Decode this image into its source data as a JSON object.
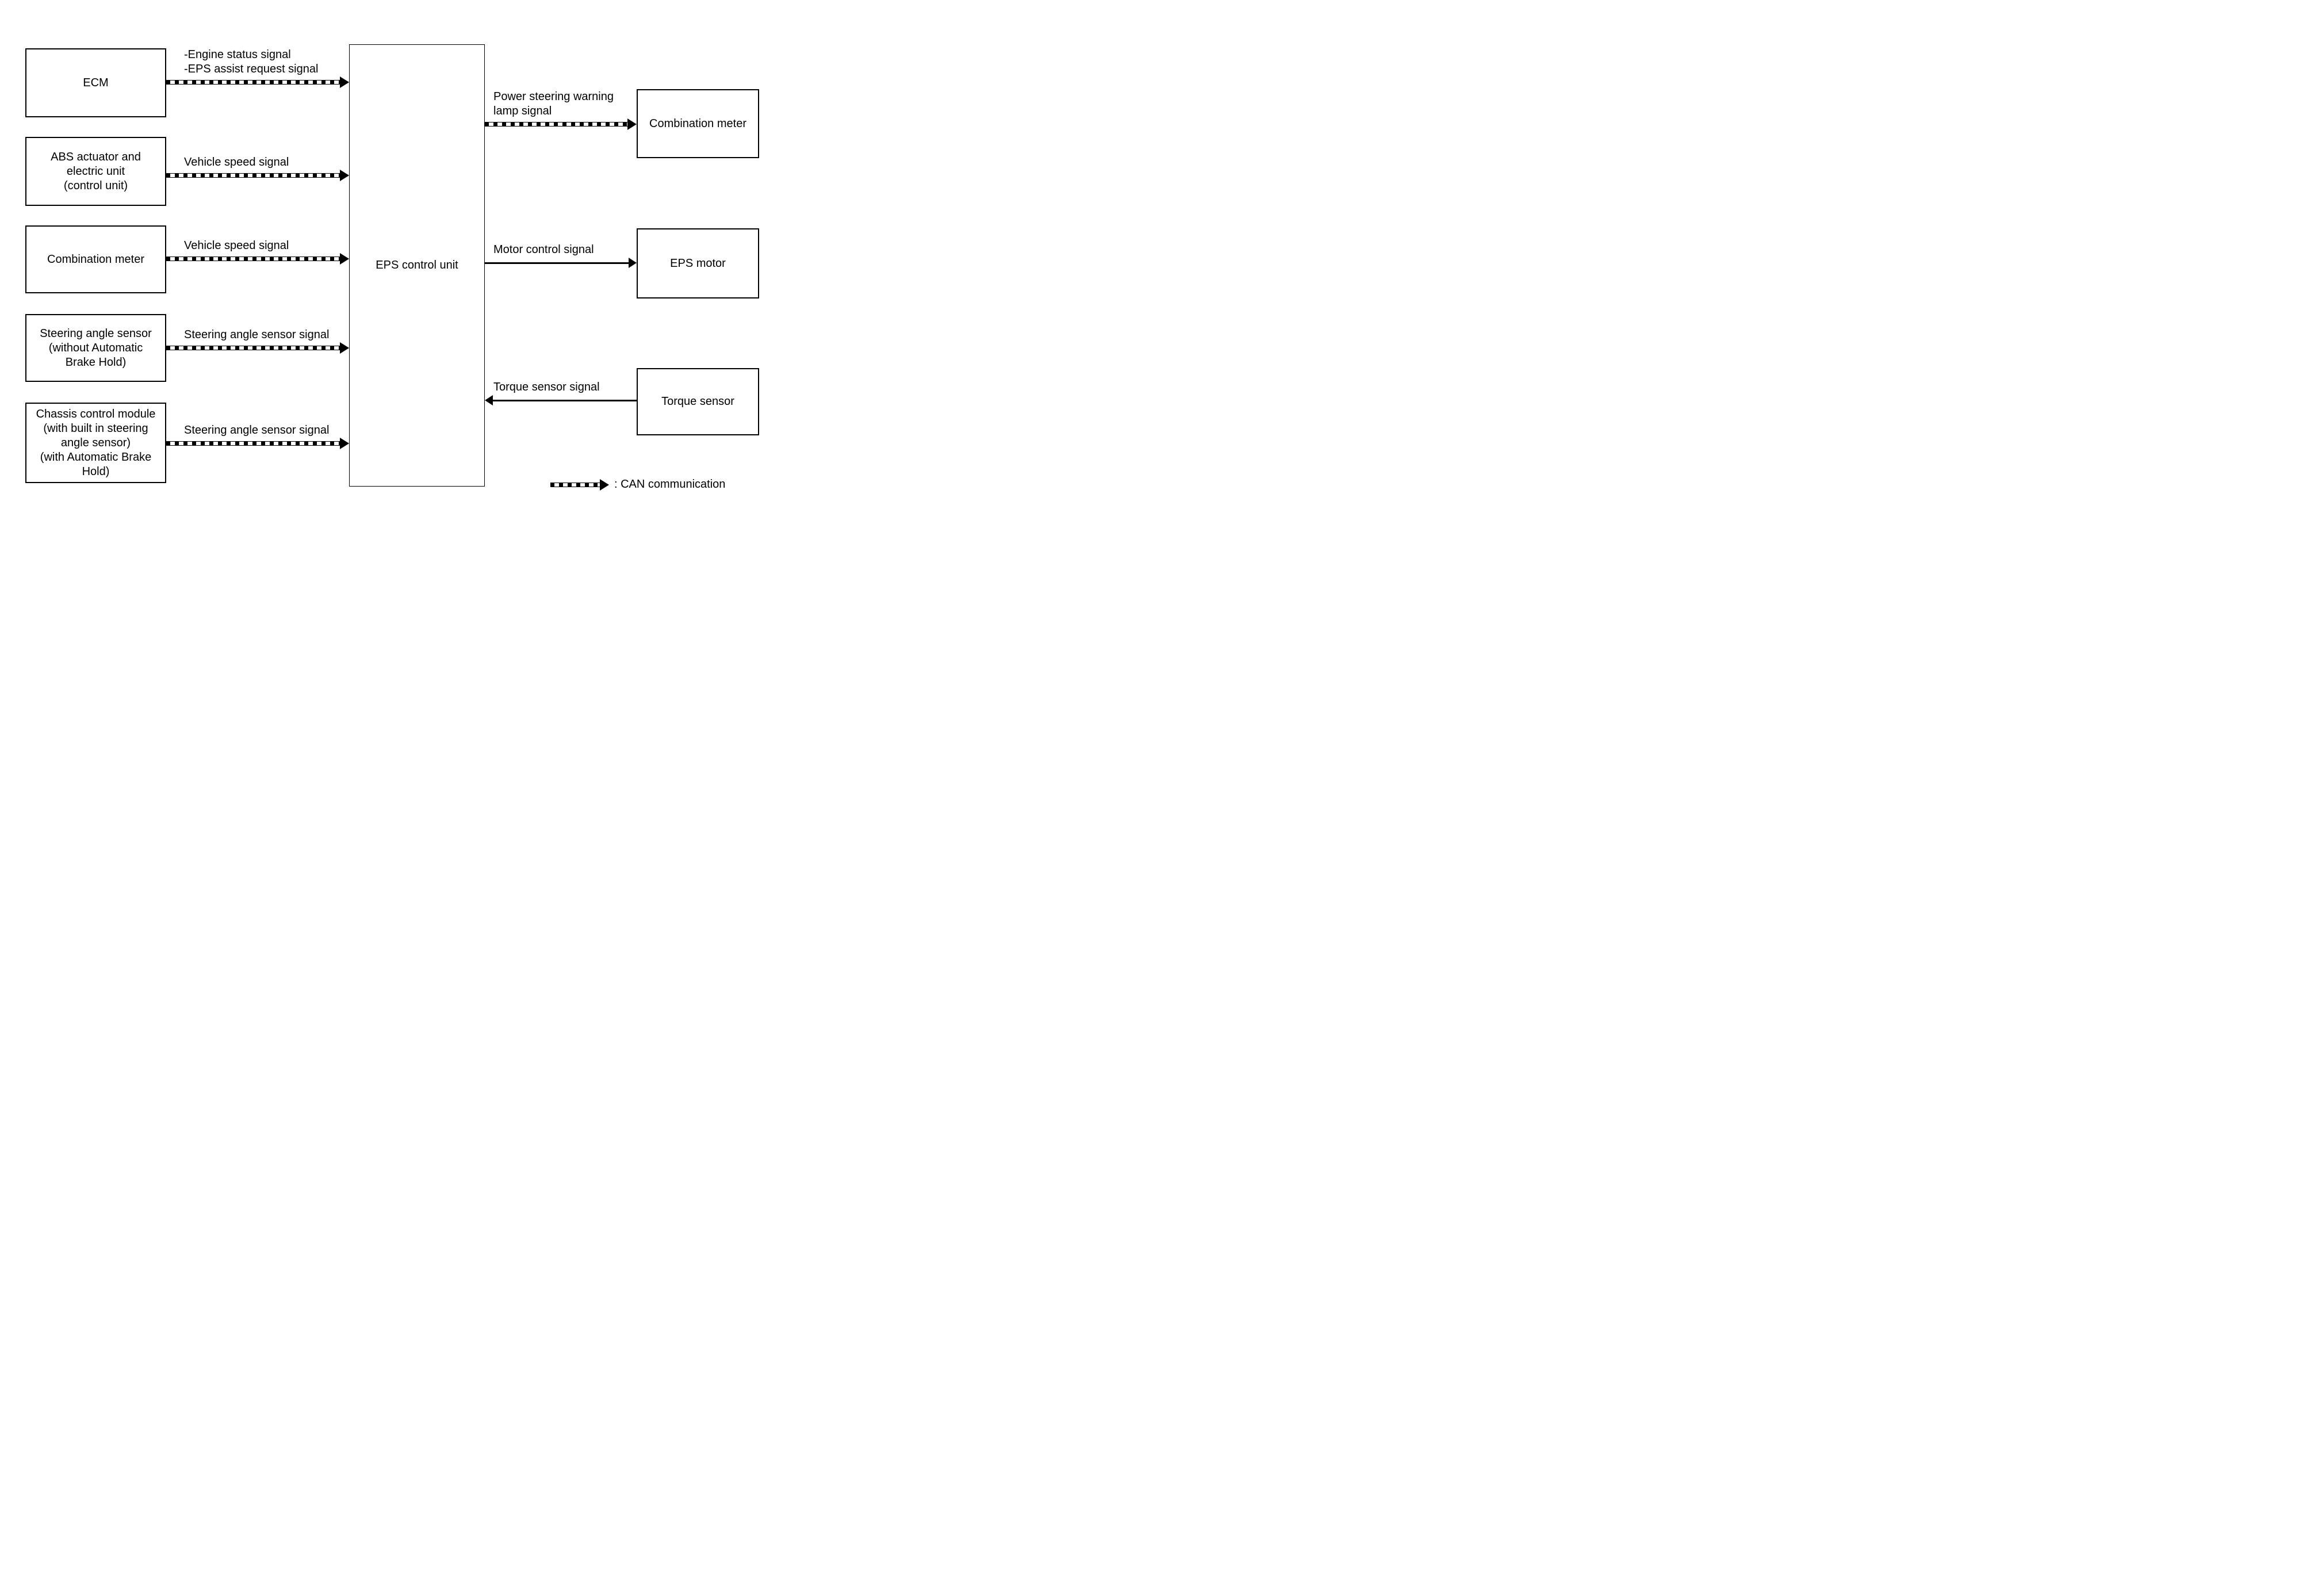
{
  "nodes": {
    "ecm": {
      "label": "ECM"
    },
    "abs_unit": {
      "label": "ABS actuator and\nelectric unit\n(control unit)"
    },
    "combination_meter_left": {
      "label": "Combination meter"
    },
    "steering_angle_sensor": {
      "label": "Steering angle sensor\n(without Automatic\nBrake Hold)"
    },
    "chassis_control_module": {
      "label": "Chassis control module\n(with built in steering\nangle sensor)\n(with Automatic Brake\nHold)"
    },
    "eps_control_unit": {
      "label": "EPS control unit"
    },
    "combination_meter_right": {
      "label": "Combination meter"
    },
    "eps_motor": {
      "label": "EPS motor"
    },
    "torque_sensor": {
      "label": "Torque sensor"
    }
  },
  "signals": {
    "ecm_to_eps": {
      "label": "-Engine status signal\n-EPS assist request signal",
      "type": "CAN"
    },
    "abs_to_eps": {
      "label": "Vehicle speed signal",
      "type": "CAN"
    },
    "combination_meter_to_eps": {
      "label": "Vehicle speed signal",
      "type": "CAN"
    },
    "steering_angle_sensor_to_eps": {
      "label": "Steering angle sensor signal",
      "type": "CAN"
    },
    "chassis_to_eps": {
      "label": "Steering angle sensor signal",
      "type": "CAN"
    },
    "eps_to_combination_meter": {
      "label": "Power steering warning\nlamp signal",
      "type": "CAN"
    },
    "eps_to_eps_motor": {
      "label": "Motor control signal",
      "type": "wire"
    },
    "torque_sensor_to_eps": {
      "label": "Torque sensor signal",
      "type": "wire"
    }
  },
  "legend": {
    "can_label": ": CAN communication"
  },
  "colors": {
    "line": "#000000",
    "background": "#ffffff",
    "text": "#000000"
  }
}
